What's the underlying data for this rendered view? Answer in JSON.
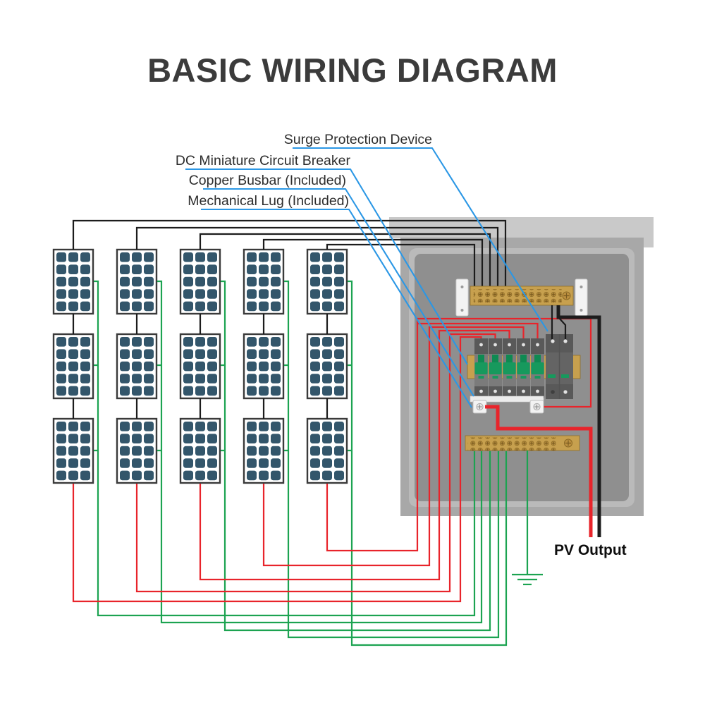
{
  "title": "BASIC WIRING DIAGRAM",
  "callouts": [
    {
      "label": "Surge Protection Device",
      "target": "surge-protection-device"
    },
    {
      "label": "DC Miniature Circuit Breaker",
      "target": "dc-miniature-circuit-breakers"
    },
    {
      "label": "Copper Busbar (Included)",
      "target": "output-copper-busbar"
    },
    {
      "label": "Mechanical Lug (Included)",
      "target": "mechanical-lugs"
    }
  ],
  "output_label": "PV Output",
  "pv_array": {
    "strings": 5,
    "panels_per_string": 3,
    "cells_per_panel": {
      "columns": 3,
      "rows": 5
    }
  },
  "components": {
    "combiner_box": "PV combiner box enclosure",
    "top_busbar": "input copper busbar",
    "bottom_busbar": "ground copper busbar",
    "breaker_count": 5,
    "ground": "earth ground symbol"
  },
  "colors": {
    "title_color": "#3b3b3b",
    "label_color": "#2d2d2d",
    "blue_leader": "#2b97e5",
    "wire_red": "#e8242b",
    "wire_green": "#1ca351",
    "wire_black": "#1c1c1c",
    "panel_cell": "#33566b",
    "panel_border": "#3a3a3a",
    "brass": "#c7a04e",
    "brass_dark": "#8f6d2a",
    "box_lid": "#c9c9c9",
    "box_body": "#a8a8a8",
    "box_frame": "#bababa",
    "box_inner": "#8f8f8f",
    "breaker_dark": "#595959",
    "breaker_body": "#7b7b7b",
    "toggle_green": "#17995d",
    "white_part": "#f3f3f3"
  }
}
